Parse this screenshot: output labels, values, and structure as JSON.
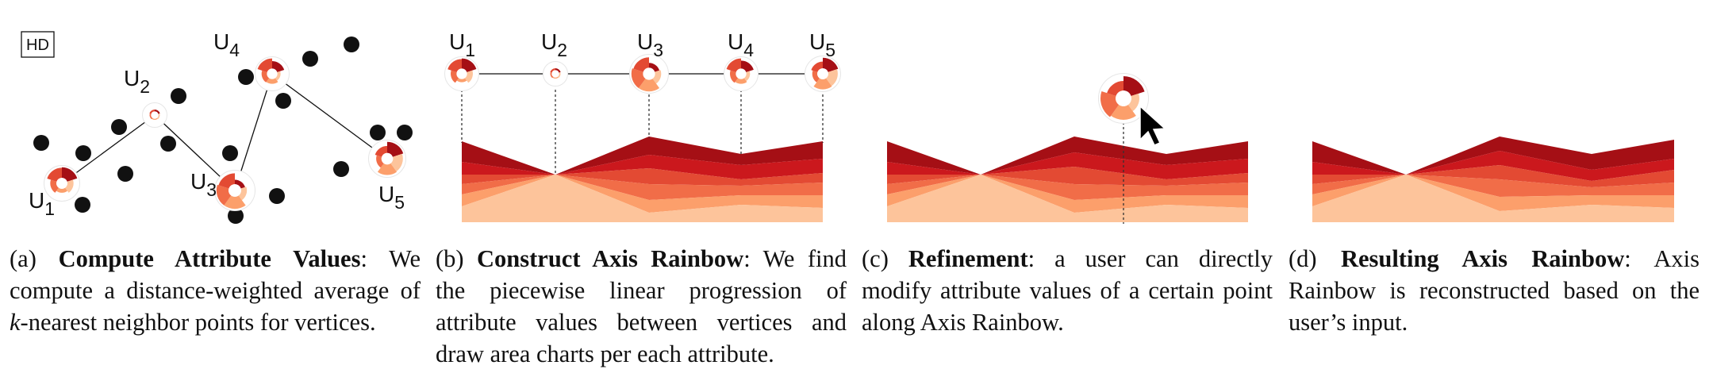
{
  "colors": {
    "dark_red": "#a50f15",
    "red": "#cb181d",
    "mid_red": "#e34a33",
    "orange": "#f16d48",
    "light_orange": "#fc9f6b",
    "peach": "#fdc49b",
    "pale": "#fee5d9",
    "point": "#111111"
  },
  "panel_a": {
    "hd_label": "HD",
    "vertex_labels": [
      {
        "id": "a-u1",
        "main": "U",
        "sub": "1"
      },
      {
        "id": "a-u2",
        "main": "U",
        "sub": "2"
      },
      {
        "id": "a-u3",
        "main": "U",
        "sub": "3"
      },
      {
        "id": "a-u4",
        "main": "U",
        "sub": "4"
      },
      {
        "id": "a-u5",
        "main": "U",
        "sub": "5"
      }
    ]
  },
  "panel_b": {
    "vertex_labels": [
      {
        "main": "U",
        "sub": "1"
      },
      {
        "main": "U",
        "sub": "2"
      },
      {
        "main": "U",
        "sub": "3"
      },
      {
        "main": "U",
        "sub": "4"
      },
      {
        "main": "U",
        "sub": "5"
      }
    ]
  },
  "captions": {
    "a": {
      "tag": "(a)",
      "title": "Compute Attribute Values",
      "pre": ": We compute a distance-weighted average of ",
      "k": "k",
      "post": "-nearest neighbor points for vertices."
    },
    "b": {
      "tag": "(b)",
      "title": "Construct Axis Rainbow",
      "text": ": We find the piecewise linear progression of attribute values between vertices and draw area charts per each attribute."
    },
    "c": {
      "tag": "(c)",
      "title": "Refinement",
      "text": ": a user can directly modify attribute values of a certain point along Axis Rainbow."
    },
    "d": {
      "tag": "(d)",
      "title": "Resulting Axis Rainbow",
      "text": ": Axis Rainbow is reconstructed based on the user’s input."
    }
  }
}
